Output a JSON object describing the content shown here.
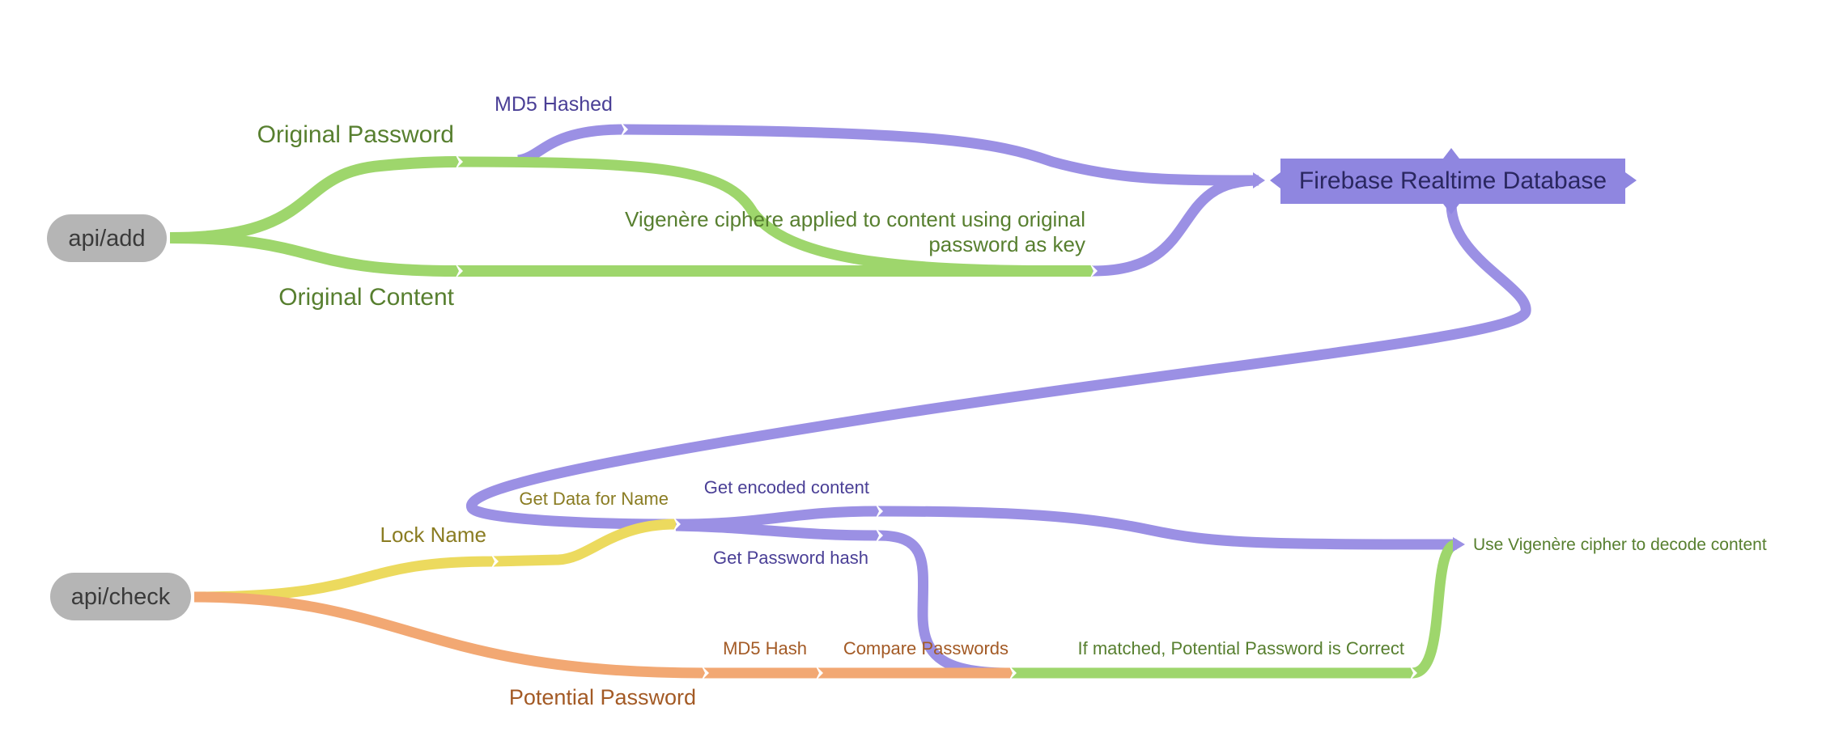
{
  "colors": {
    "green": "#9ed66c",
    "purple": "#9b90e4",
    "yellow": "#ecda5e",
    "orange": "#f2a873",
    "node_gray": "#b5b5b5",
    "node_text": "#3a3a3a",
    "db_fill": "#8f86e0",
    "db_text": "#2a2760",
    "green_text": "#577f2f",
    "purple_text": "#4a3f96",
    "yellow_text": "#8a7c22",
    "orange_text": "#a35a25"
  },
  "nodes": {
    "api_add": "api/add",
    "api_check": "api/check",
    "database": "Firebase Realtime Database",
    "decode": "Use Vigenère cipher to decode content"
  },
  "labels": {
    "md5_hashed": "MD5 Hashed",
    "original_password": "Original Password",
    "original_content": "Original Content",
    "vigenere_line1": "Vigenère ciphere applied to content using original",
    "vigenere_line2": "password as key",
    "get_encoded_content": "Get encoded content",
    "get_data_for_name": "Get Data for Name",
    "lock_name": "Lock Name",
    "get_password_hash": "Get Password hash",
    "md5_hash": "MD5 Hash",
    "compare_passwords": "Compare Passwords",
    "if_matched": "If matched, Potential Password is Correct",
    "potential_password": "Potential Password"
  }
}
